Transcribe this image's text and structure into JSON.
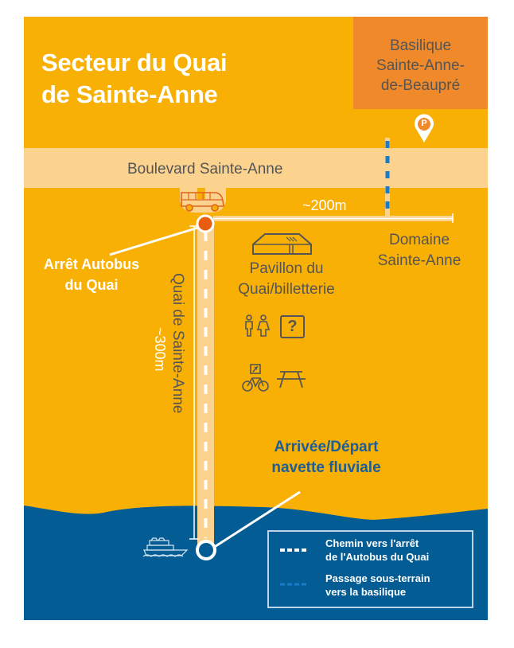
{
  "map": {
    "title_line1": "Secteur du Quai",
    "title_line2": "de Sainte-Anne",
    "colors": {
      "land": "#f9b004",
      "road": "#fcd28f",
      "water": "#035c94",
      "basilica_block": "#f0892a",
      "bus_stop_dot": "#e85d10",
      "underground_passage": "#1a7bc8",
      "text_grey": "#555555",
      "text_blue": "#1b5e98"
    },
    "basilica": {
      "line1": "Basilique",
      "line2": "Sainte-Anne-",
      "line3": "de-Beaupré",
      "parking_icon": "P"
    },
    "boulevard": {
      "label": "Boulevard Sainte-Anne"
    },
    "distance_200": "~200m",
    "distance_300": "~300m",
    "domaine": {
      "line1": "Domaine",
      "line2": "Sainte-Anne"
    },
    "bus_stop": {
      "line1": "Arrêt Autobus",
      "line2": "du Quai"
    },
    "pavillon": {
      "line1": "Pavillon du",
      "line2": "Quai/billetterie",
      "amenities": [
        "restrooms-icon",
        "information-icon",
        "bike-rental-icon",
        "picnic-table-icon"
      ],
      "info_glyph": "?"
    },
    "quai": {
      "label": "Quai de Sainte-Anne"
    },
    "ferry": {
      "line1": "Arrivée/Départ",
      "line2": "navette fluviale"
    },
    "legend": {
      "items": [
        {
          "line1": "Chemin vers l'arrêt",
          "line2": "de l'Autobus du Quai",
          "style": "white-dashed"
        },
        {
          "line1": "Passage sous-terrain",
          "line2": "vers la basilique",
          "style": "blue-dashed"
        }
      ]
    }
  }
}
